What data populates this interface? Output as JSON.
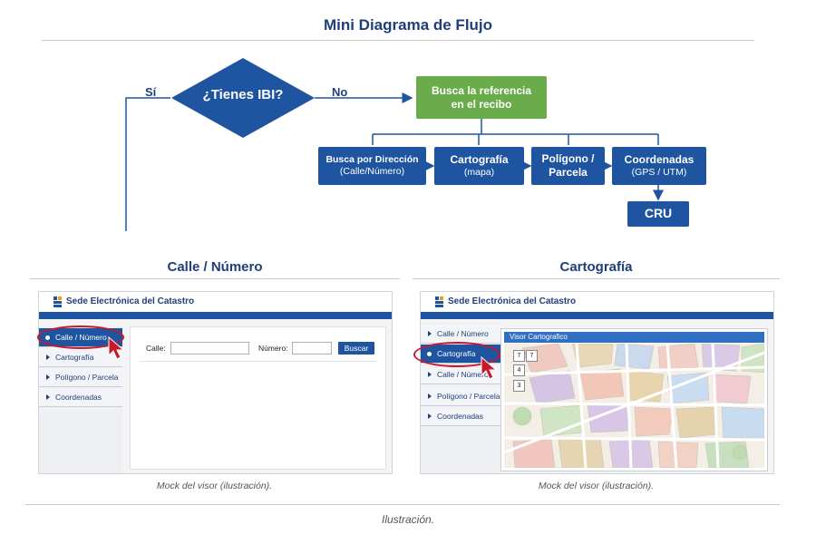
{
  "diagram": {
    "title": "Mini Diagrama de Flujo",
    "decision": "¿Tienes IBI?",
    "yes_label": "Sí",
    "no_label": "No",
    "green_box": {
      "line1": "Busca la referencia",
      "line2": "en el recibo"
    },
    "options": [
      {
        "line1": "Busca por Dirección",
        "line2": "(Calle/Número)"
      },
      {
        "line1": "Cartografía",
        "line2": "(mapa)"
      },
      {
        "line1": "Polígono /",
        "line2": "Parcela"
      },
      {
        "line1": "Coordenadas",
        "line2": "(GPS / UTM)"
      }
    ],
    "cru": "CRU"
  },
  "colors": {
    "primary": "#1f54a0",
    "green": "#6aab4b",
    "highlight": "#c8182a",
    "title": "#1f3f78"
  },
  "left_panel": {
    "title": "Calle / Número",
    "app_title": "Sede Electrónica del Catastro",
    "menu": [
      "Calle / Número",
      "Cartografía",
      "Polígono / Parcela",
      "Coordenadas"
    ],
    "calle_label": "Calle:",
    "numero_label": "Número:",
    "search_button": "Buscar",
    "caption": "Mock del visor (ilustración)."
  },
  "right_panel": {
    "title": "Cartografía",
    "app_title": "Sede Electrónica del Catastro",
    "menu": [
      "Calle / Número",
      "Cartografía",
      "Calle / Número",
      "Polígono / Parcela",
      "Coordenadas"
    ],
    "map_title": "Visor Cartografico",
    "map_controls": [
      "7",
      "7",
      "4",
      "3"
    ],
    "caption": "Mock del visor (ilustración)."
  },
  "footer": "Ilustración."
}
